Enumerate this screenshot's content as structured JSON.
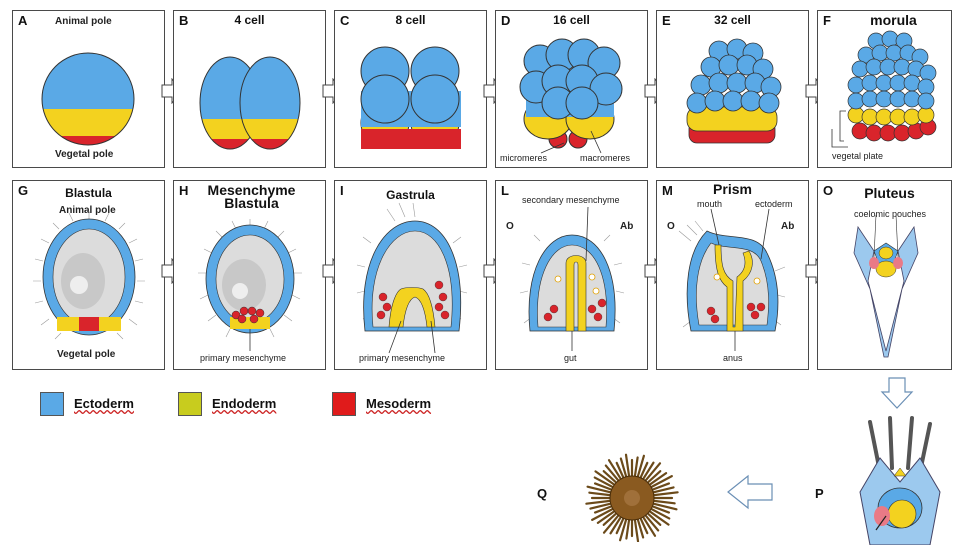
{
  "colors": {
    "ectoderm": "#5aa9e6",
    "endoderm": "#f3d21f",
    "mesoderm": "#d9242b"
  },
  "panels": [
    {
      "letter": "A",
      "title": "",
      "labels": [
        "Animal pole",
        "Vegetal pole"
      ]
    },
    {
      "letter": "B",
      "title": "4 cell"
    },
    {
      "letter": "C",
      "title": "8 cell"
    },
    {
      "letter": "D",
      "title": "16 cell",
      "labels": [
        "micromeres",
        "macromeres"
      ]
    },
    {
      "letter": "E",
      "title": "32 cell"
    },
    {
      "letter": "F",
      "title": "morula",
      "labels": [
        "vegetal plate"
      ]
    },
    {
      "letter": "G",
      "title": "Blastula",
      "labels": [
        "Animal pole",
        "Vegetal pole"
      ]
    },
    {
      "letter": "H",
      "title": "Mesenchyme Blastula",
      "labels": [
        "primary mesenchyme"
      ]
    },
    {
      "letter": "I",
      "title": "Gastrula",
      "labels": [
        "primary mesenchyme"
      ]
    },
    {
      "letter": "L",
      "title": "",
      "labels": [
        "secondary mesenchyme",
        "gut",
        "O",
        "Ab"
      ]
    },
    {
      "letter": "M",
      "title": "Prism",
      "labels": [
        "mouth",
        "ectoderm",
        "anus",
        "O",
        "Ab"
      ]
    },
    {
      "letter": "O",
      "title": "Pluteus",
      "labels": [
        "coelomic pouches"
      ]
    }
  ],
  "legend": [
    {
      "name": "Ectoderm",
      "color": "#5aa9e6"
    },
    {
      "name": "Endoderm",
      "color": "#c8cc1e"
    },
    {
      "name": "Mesoderm",
      "color": "#e01b1b"
    }
  ],
  "stages": {
    "p": "P",
    "q": "Q"
  }
}
